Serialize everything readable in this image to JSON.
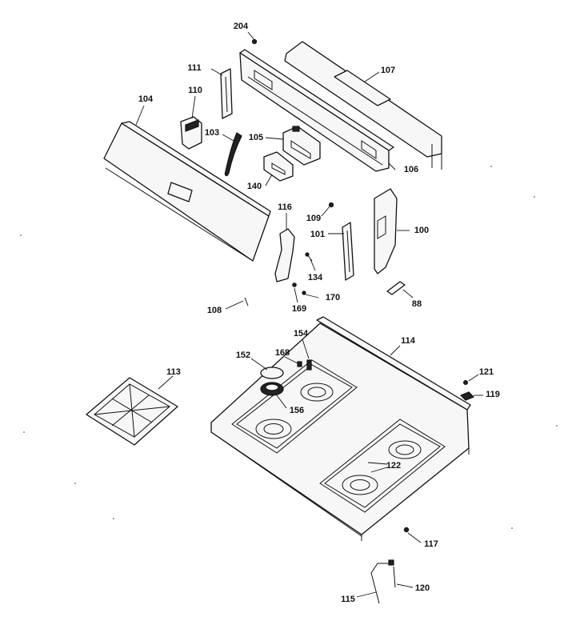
{
  "callouts": {
    "c204": "204",
    "c111": "111",
    "c107": "107",
    "c110": "110",
    "c104": "104",
    "c103": "103",
    "c105": "105",
    "c106": "106",
    "c140": "140",
    "c116": "116",
    "c109": "109",
    "c101": "101",
    "c100": "100",
    "c134": "134",
    "c170": "170",
    "c108": "108",
    "c169": "169",
    "c88": "88",
    "c154": "154",
    "c114": "114",
    "c152": "152",
    "c168": "168",
    "c113": "113",
    "c121": "121",
    "c119": "119",
    "c156": "156",
    "c122": "122",
    "c117": "117",
    "c120": "120",
    "c115": "115"
  }
}
